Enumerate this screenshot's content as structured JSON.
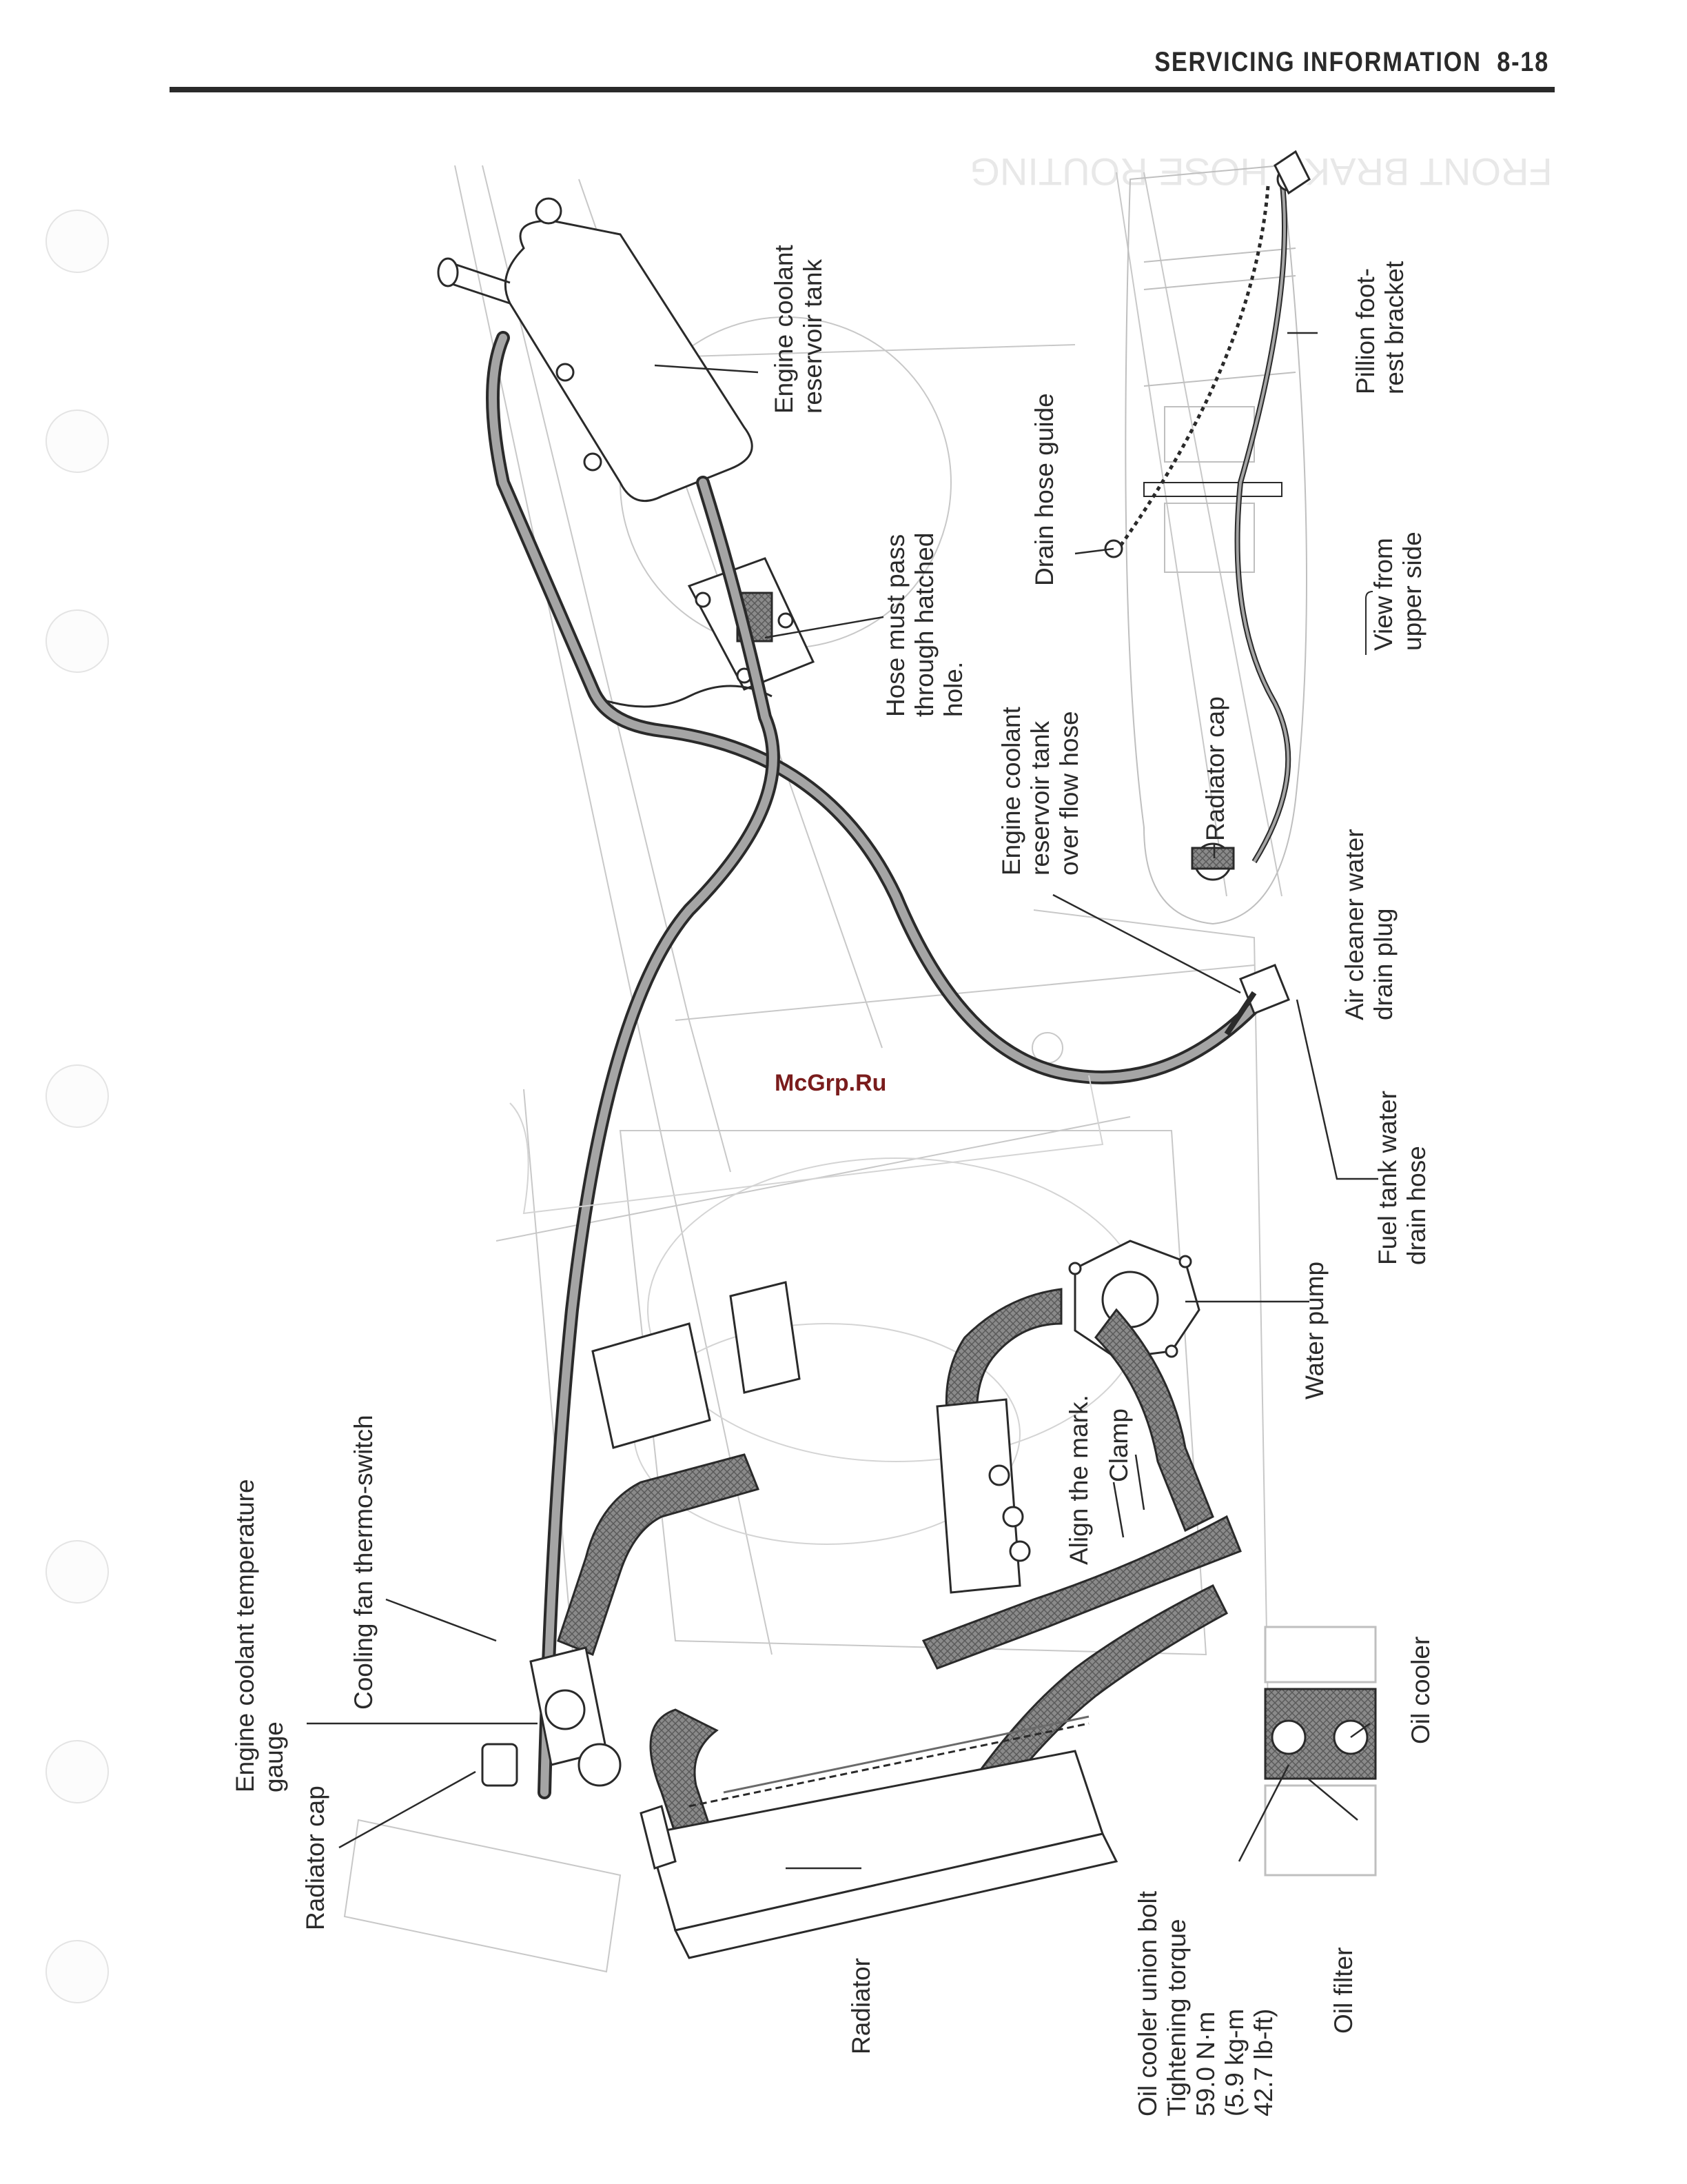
{
  "header": {
    "title": "SERVICING INFORMATION",
    "page": "8-18"
  },
  "ghost_heading": "FRONT BRAKE HOSE ROUTING",
  "watermark": "McGrp.Ru",
  "labels": {
    "reservoir_tank": [
      "Engine coolant",
      "reservoir tank"
    ],
    "hose_hatched": [
      "Hose must pass",
      "through hatched",
      "hole."
    ],
    "overflow_hose": [
      "Engine coolant",
      "reservoir tank",
      "over flow hose"
    ],
    "drain_hose_guide": [
      "Drain hose guide"
    ],
    "radiator_cap_top": [
      "Radiator cap"
    ],
    "pillion": [
      "Pillion foot-",
      "rest bracket"
    ],
    "view_upper": [
      "View from",
      "upper side"
    ],
    "air_cleaner": [
      "Air cleaner water",
      "drain plug"
    ],
    "fuel_tank_drain": [
      "Fuel tank water",
      "drain hose"
    ],
    "water_pump": [
      "Water pump"
    ],
    "clamp": [
      "Clamp"
    ],
    "align_mark": [
      "Align the mark."
    ],
    "temp_gauge": [
      "Engine coolant temperature",
      "gauge"
    ],
    "thermo_switch": [
      "Cooling fan thermo-switch"
    ],
    "radiator_cap_bottom": [
      "Radiator cap"
    ],
    "radiator": [
      "Radiator"
    ],
    "oil_cooler": [
      "Oil cooler"
    ],
    "oil_filter": [
      "Oil filter"
    ],
    "union_bolt": [
      "Oil cooler union bolt",
      "Tightening torque",
      "59.0 N·m",
      "(5.9 kg-m",
      "42.7 lb-ft)"
    ]
  }
}
